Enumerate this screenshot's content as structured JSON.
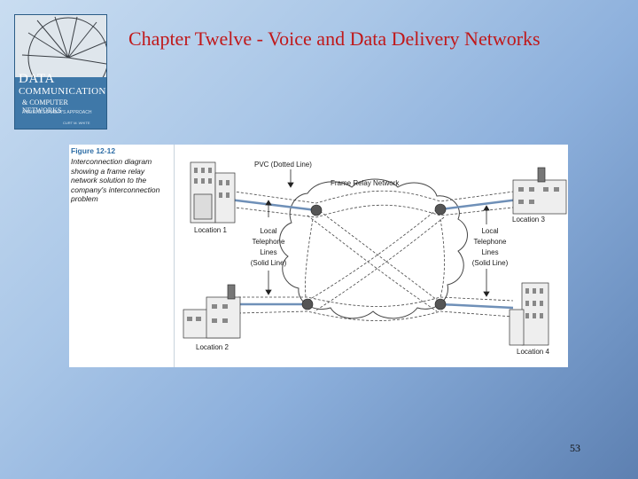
{
  "cover": {
    "line1": "DATA",
    "line2": "COMMUNICATIONS",
    "line3": "& COMPUTER NETWORKS",
    "line4": "A BUSINESS USER'S APPROACH",
    "line5": "CURT M. WHITE"
  },
  "slide": {
    "title": "Chapter Twelve - Voice and Data Delivery Networks",
    "page_number": "53"
  },
  "figure": {
    "heading": "Figure 12-12",
    "caption": "Interconnection diagram showing a frame relay network solution to the company's interconnection problem",
    "labels": {
      "pvc": "PVC (Dotted Line)",
      "network": "Frame Relay Network",
      "local_line1": "Local",
      "local_line2": "Telephone",
      "local_line3": "Lines",
      "local_line4": "(Solid Line)",
      "location1": "Location 1",
      "location2": "Location 2",
      "location3": "Location 3",
      "location4": "Location 4"
    }
  }
}
